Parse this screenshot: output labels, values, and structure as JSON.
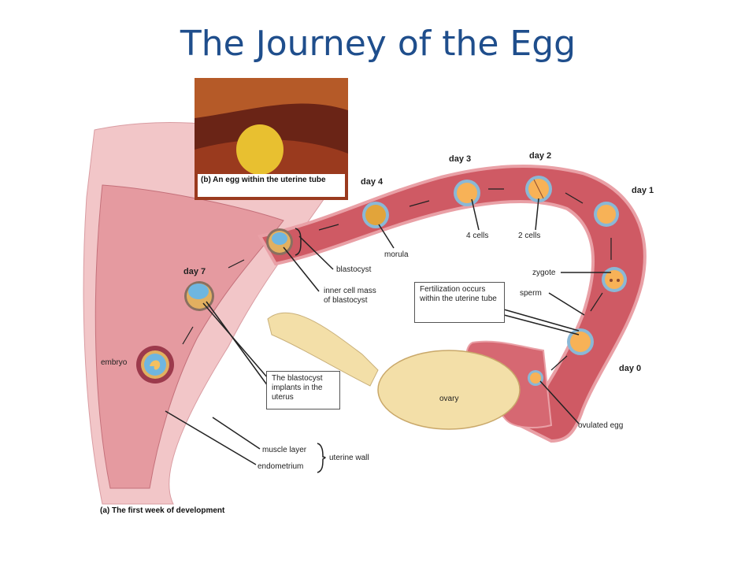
{
  "title": "The Journey of the Egg",
  "photo_caption": "(b) An egg within the uterine tube",
  "figure_caption": "(a) The first week of development",
  "days": {
    "day0": "day 0",
    "day1": "day 1",
    "day2": "day 2",
    "day3": "day 3",
    "day4": "day 4",
    "day7": "day 7"
  },
  "labels": {
    "four_cells": "4 cells",
    "two_cells": "2 cells",
    "morula": "morula",
    "blastocyst": "blastocyst",
    "inner_cell_mass": "inner cell mass of blastocyst",
    "zygote": "zygote",
    "sperm": "sperm",
    "embryo": "embryo",
    "ovary": "ovary",
    "ovulated_egg": "ovulated egg",
    "muscle_layer": "muscle layer",
    "endometrium": "endometrium",
    "uterine_wall": "uterine wall"
  },
  "callouts": {
    "fertilization": "Fertilization occurs within the uterine tube",
    "implantation": "The blastocyst implants in the uterus"
  },
  "colors": {
    "title": "#1f4e8c",
    "tube": "#c9505a",
    "tube_light": "#e9a0a6",
    "ovary": "#f3dfa8",
    "egg": "#f7b257",
    "zona": "#8ab8d6",
    "cavity": "#6fb6e0"
  }
}
